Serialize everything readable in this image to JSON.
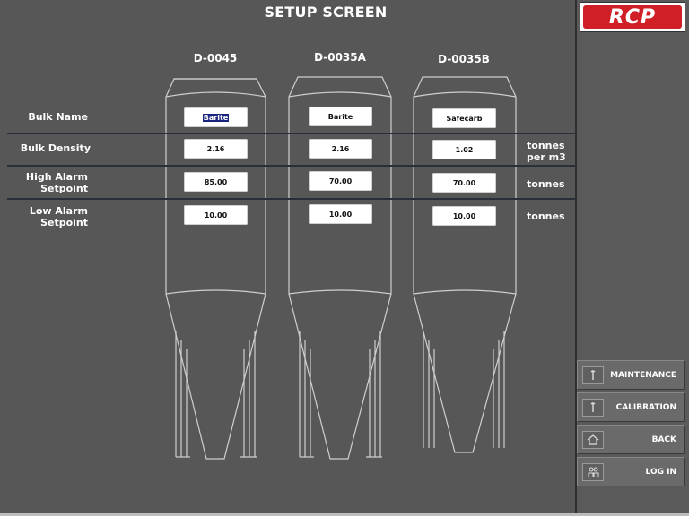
{
  "title": "SETUP SCREEN",
  "logo_text": "RCP",
  "tanks": [
    {
      "name": "D-0045",
      "bulk_name": "Barite",
      "bulk_density": "2.16",
      "high_alarm": "85.00",
      "low_alarm": "10.00"
    },
    {
      "name": "D-0035A",
      "bulk_name": "Barite",
      "bulk_density": "2.16",
      "high_alarm": "70.00",
      "low_alarm": "10.00"
    },
    {
      "name": "D-0035B",
      "bulk_name": "Safecarb",
      "bulk_density": "1.02",
      "high_alarm": "70.00",
      "low_alarm": "10.00"
    }
  ],
  "rows": {
    "bulk_name": "Bulk Name",
    "bulk_density_label": "Bulk Density",
    "high_alarm_line1": "High Alarm",
    "high_alarm_line2": "Setpoint",
    "low_alarm_line1": "Low Alarm",
    "low_alarm_line2": "Setpoint"
  },
  "units": {
    "density_line1": "tonnes",
    "density_line2": "per m3",
    "high": "tonnes",
    "low": "tonnes"
  },
  "buttons": {
    "maintenance": "MAINTENANCE",
    "calibration": "CALIBRATION",
    "back": "BACK",
    "login": "LOG IN"
  }
}
